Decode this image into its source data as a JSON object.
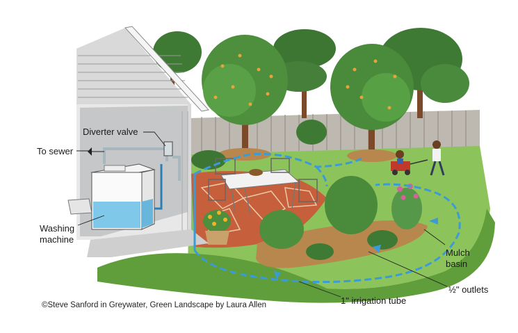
{
  "labels": {
    "diverter_valve": "Diverter valve",
    "to_sewer": "To sewer",
    "washing_machine_line1": "Washing",
    "washing_machine_line2": "machine",
    "mulch_basin_line1": "Mulch",
    "mulch_basin_line2": "basin",
    "outlets": "½\" outlets",
    "irrigation_tube": "1\" irrigation tube"
  },
  "credit": "©Steve Sanford in Greywater, Green Landscape by Laura Allen",
  "colors": {
    "grass": "#5f9e3a",
    "lawn_light": "#8cc35a",
    "mulch": "#b8874d",
    "patio": "#c65f3c",
    "tube": "#3a9bd6",
    "house": "#e9e9e9",
    "fence": "#b8b3ab",
    "water": "#7fc8ea"
  }
}
